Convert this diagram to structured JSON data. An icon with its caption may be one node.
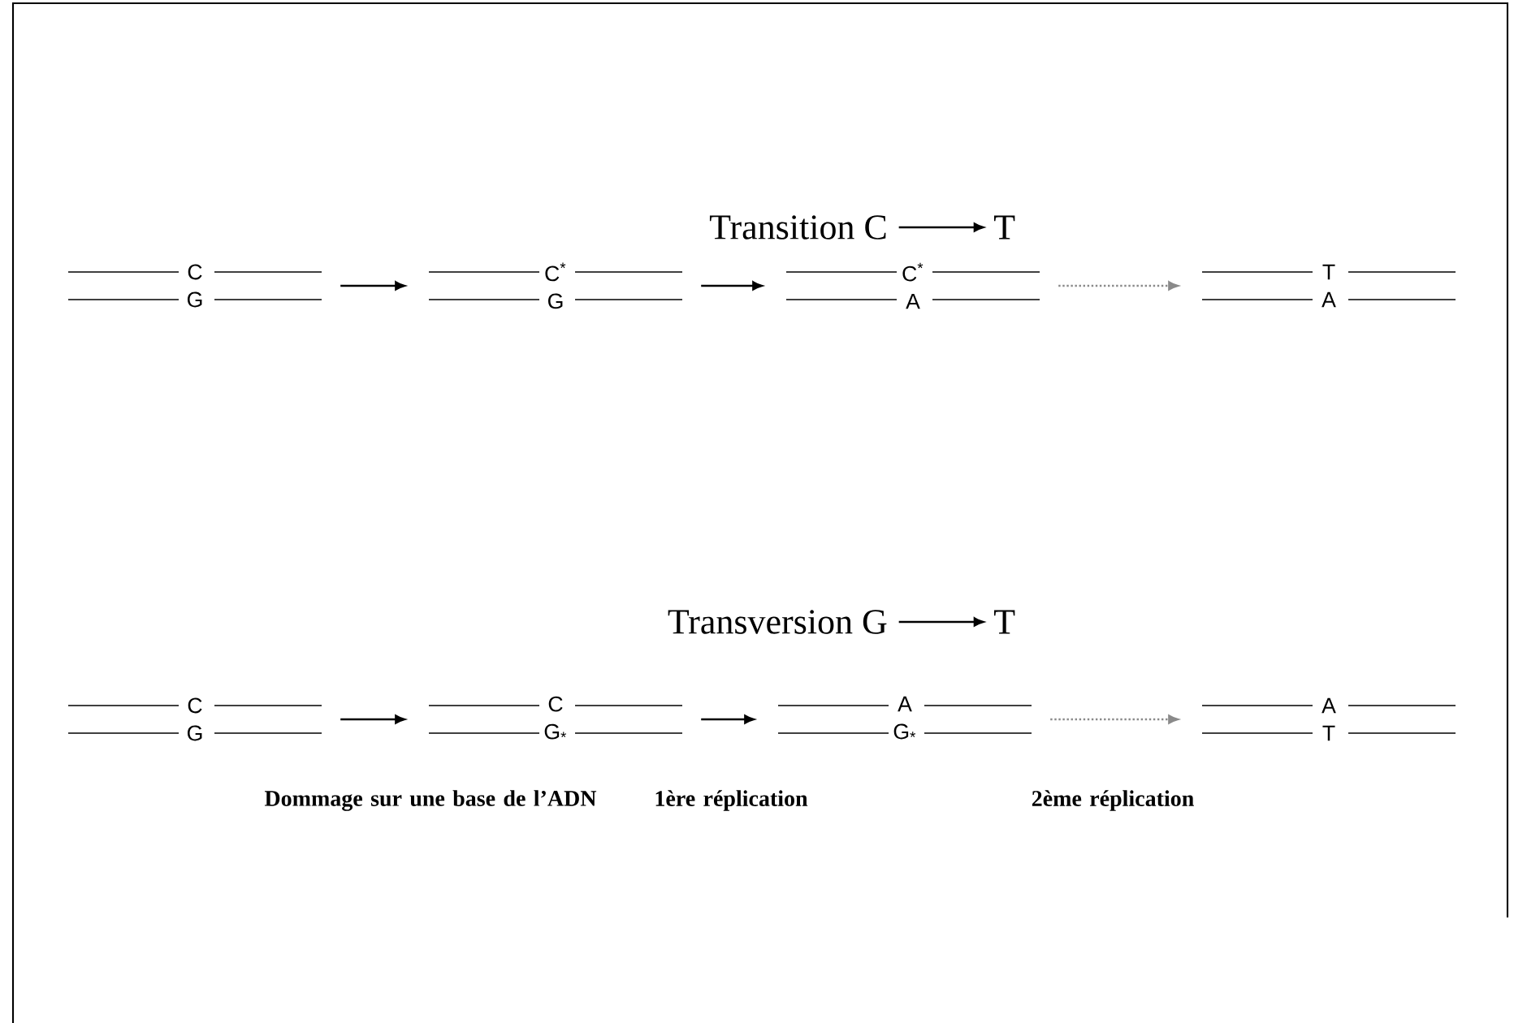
{
  "diagram": {
    "nodes": [
      {
        "text": [
          "Transition C"
        ]
      },
      {
        "text": [
          "T"
        ]
      },
      {
        "text": [
          "C",
          "G"
        ]
      },
      {
        "text": [
          "C$^{*}$",
          "G"
        ]
      },
      {
        "text": [
          "C$^{*}$",
          "A"
        ]
      },
      {
        "text": [
          "T",
          "A"
        ]
      },
      {
        "text": [
          "Transversion G"
        ]
      },
      {
        "text": [
          "T"
        ]
      },
      {
        "text": [
          "C",
          "G"
        ]
      },
      {
        "text": [
          "C",
          "G$_{*}$"
        ]
      },
      {
        "text": [
          "A",
          "G$_{*}$"
        ]
      },
      {
        "text": [
          "A",
          "T"
        ]
      }
    ],
    "edges": [
      {
        "from": 0,
        "to": 1,
        "arrow": "to"
      },
      {
        "from": 2,
        "to": 3,
        "arrow": "to"
      },
      {
        "from": 3,
        "to": 4,
        "arrow": "to"
      },
      {
        "from": 4,
        "to": 5,
        "arrow": "to",
        "style": "dashed",
        "color": "#8a8a8a"
      },
      {
        "from": 6,
        "to": 7,
        "arrow": "to"
      },
      {
        "from": 8,
        "to": 9,
        "arrow": "to"
      },
      {
        "from": 9,
        "to": 10,
        "arrow": "to"
      },
      {
        "from": 10,
        "to": 11,
        "arrow": "to",
        "style": "dashed",
        "color": "#8a8a8a"
      }
    ],
    "labels": [
      "Dommage sur une base de l’ADN",
      "1ère réplication",
      "2ème réplication"
    ]
  }
}
